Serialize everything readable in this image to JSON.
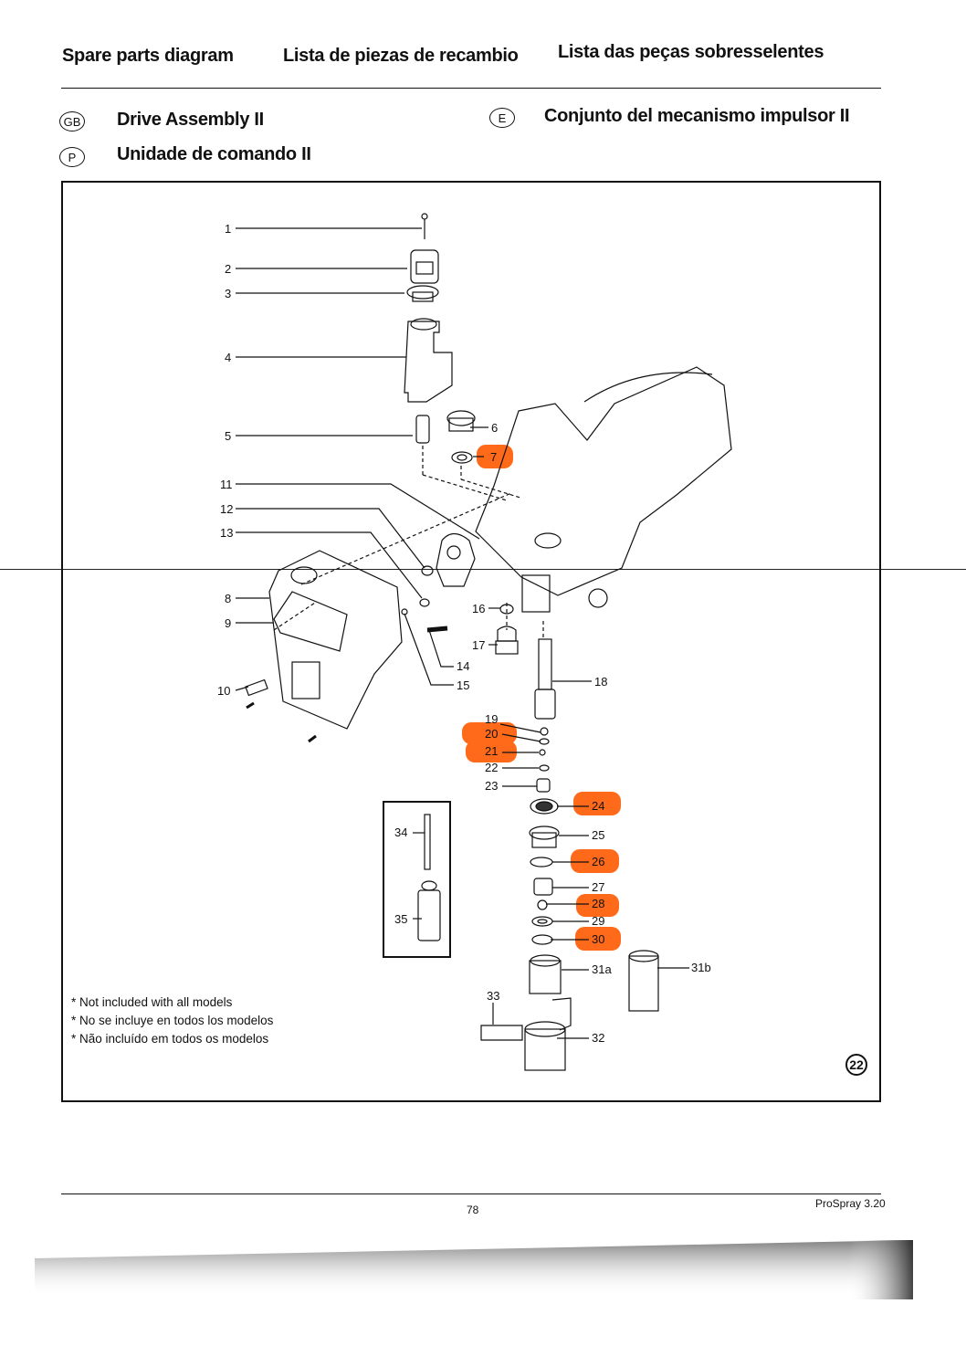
{
  "header": {
    "title_en": "Spare parts diagram",
    "title_es": "Lista de piezas de recambio",
    "title_pt": "Lista das peças sobresselentes"
  },
  "sections": [
    {
      "lang_code": "GB",
      "title": "Drive Assembly II"
    },
    {
      "lang_code": "E",
      "title": "Conjunto del mecanismo impulsor II"
    },
    {
      "lang_code": "P",
      "title": "Unidade de comando II"
    }
  ],
  "diagram": {
    "figure_number": "22",
    "highlight_color": "#ff6a1a",
    "callouts": [
      {
        "label": "1",
        "highlighted": false
      },
      {
        "label": "2",
        "highlighted": false
      },
      {
        "label": "3",
        "highlighted": false
      },
      {
        "label": "4",
        "highlighted": false
      },
      {
        "label": "5",
        "highlighted": false
      },
      {
        "label": "6",
        "highlighted": false
      },
      {
        "label": "7",
        "highlighted": true
      },
      {
        "label": "8",
        "highlighted": false
      },
      {
        "label": "9",
        "highlighted": false
      },
      {
        "label": "10",
        "highlighted": false
      },
      {
        "label": "11",
        "highlighted": false
      },
      {
        "label": "12",
        "highlighted": false
      },
      {
        "label": "13",
        "highlighted": false
      },
      {
        "label": "14",
        "highlighted": false
      },
      {
        "label": "15",
        "highlighted": false
      },
      {
        "label": "16",
        "highlighted": false
      },
      {
        "label": "17",
        "highlighted": false
      },
      {
        "label": "18",
        "highlighted": false
      },
      {
        "label": "19",
        "highlighted": false
      },
      {
        "label": "20",
        "highlighted": true
      },
      {
        "label": "21",
        "highlighted": true
      },
      {
        "label": "22",
        "highlighted": false
      },
      {
        "label": "23",
        "highlighted": false
      },
      {
        "label": "24",
        "highlighted": true
      },
      {
        "label": "25",
        "highlighted": false
      },
      {
        "label": "26",
        "highlighted": true
      },
      {
        "label": "27",
        "highlighted": false
      },
      {
        "label": "28",
        "highlighted": true
      },
      {
        "label": "29",
        "highlighted": false
      },
      {
        "label": "30",
        "highlighted": true
      },
      {
        "label": "31a",
        "highlighted": false
      },
      {
        "label": "31b",
        "highlighted": false
      },
      {
        "label": "32",
        "highlighted": false
      },
      {
        "label": "33",
        "highlighted": false
      },
      {
        "label": "34",
        "highlighted": false
      },
      {
        "label": "35",
        "highlighted": false
      }
    ],
    "notes": [
      "* Not included with all models",
      "* No se incluye en todos los modelos",
      "* Não incluído em todos os modelos"
    ]
  },
  "footer": {
    "page_number": "78",
    "product": "ProSpray 3.20"
  }
}
